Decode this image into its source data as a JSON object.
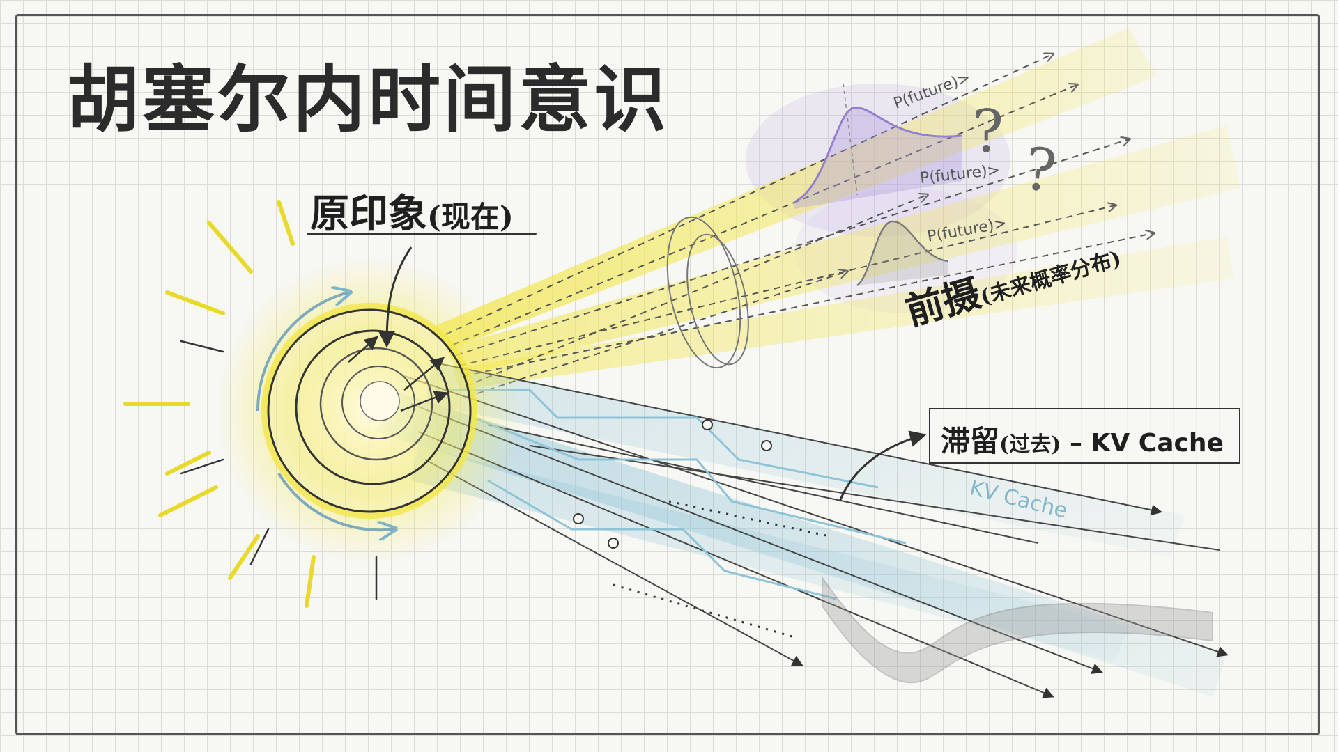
{
  "title": "胡塞尔内时间意识",
  "primal_impression": {
    "label": "原印象",
    "sub": "(现在)"
  },
  "protention": {
    "label": "前摄",
    "sub": "(未来概率分布)"
  },
  "retention": {
    "label": "滞留",
    "sub": "(过去)",
    "dash": " – ",
    "kv": "KV Cache"
  },
  "future_labels": [
    "P(future)>",
    "P(future)>",
    "P(future)>"
  ],
  "question_mark": "?",
  "kv_scrawl": "KV Cache",
  "colors": {
    "ink": "#2b2b2b",
    "glow_yellow": "#f2e64a",
    "kv_blue": "#8fc3d6",
    "purple": "#9a7fd1"
  }
}
